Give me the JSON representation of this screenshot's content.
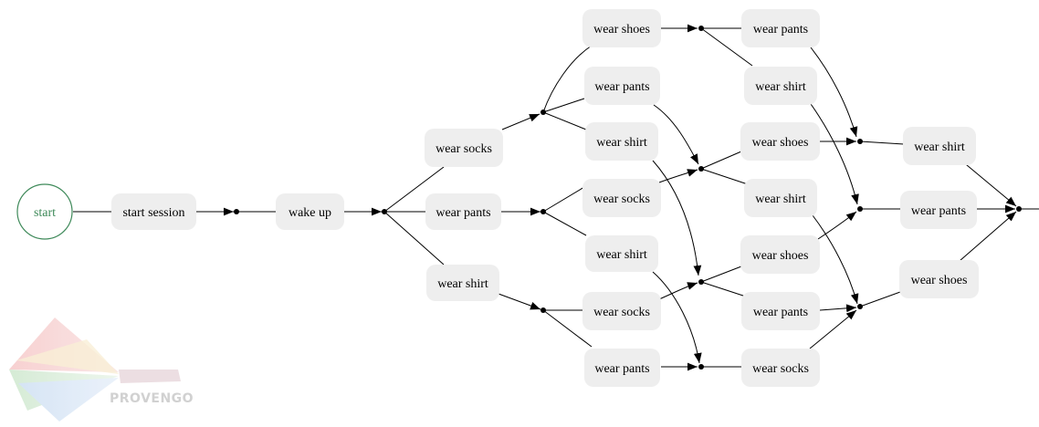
{
  "colors": {
    "start_stroke": "#3f8a5a",
    "start_text": "#3f8a5a",
    "node_fill": "#eeeeee",
    "edge": "#000000",
    "logo_text": "#c9c9c9"
  },
  "start": {
    "label": "start"
  },
  "nodes": {
    "n_session": "start session",
    "n_wake": "wake up",
    "n_socks1": "wear socks",
    "n_pants1": "wear pants",
    "n_shirt1": "wear shirt",
    "n_shoes2": "wear shoes",
    "n_pants2a": "wear pants",
    "n_shirt2a": "wear shirt",
    "n_socks2b": "wear socks",
    "n_shirt2b": "wear shirt",
    "n_socks2c": "wear socks",
    "n_pants2c": "wear pants",
    "n_pants3a": "wear pants",
    "n_shirt3a": "wear shirt",
    "n_shoes3b": "wear shoes",
    "n_shirt3b": "wear shirt",
    "n_shoes3c": "wear shoes",
    "n_pants3c": "wear pants",
    "n_socks3d": "wear socks",
    "n_shirt4": "wear shirt",
    "n_pants4": "wear pants",
    "n_shoes4": "wear shoes"
  },
  "watermark": {
    "text": "PROVENGO"
  }
}
